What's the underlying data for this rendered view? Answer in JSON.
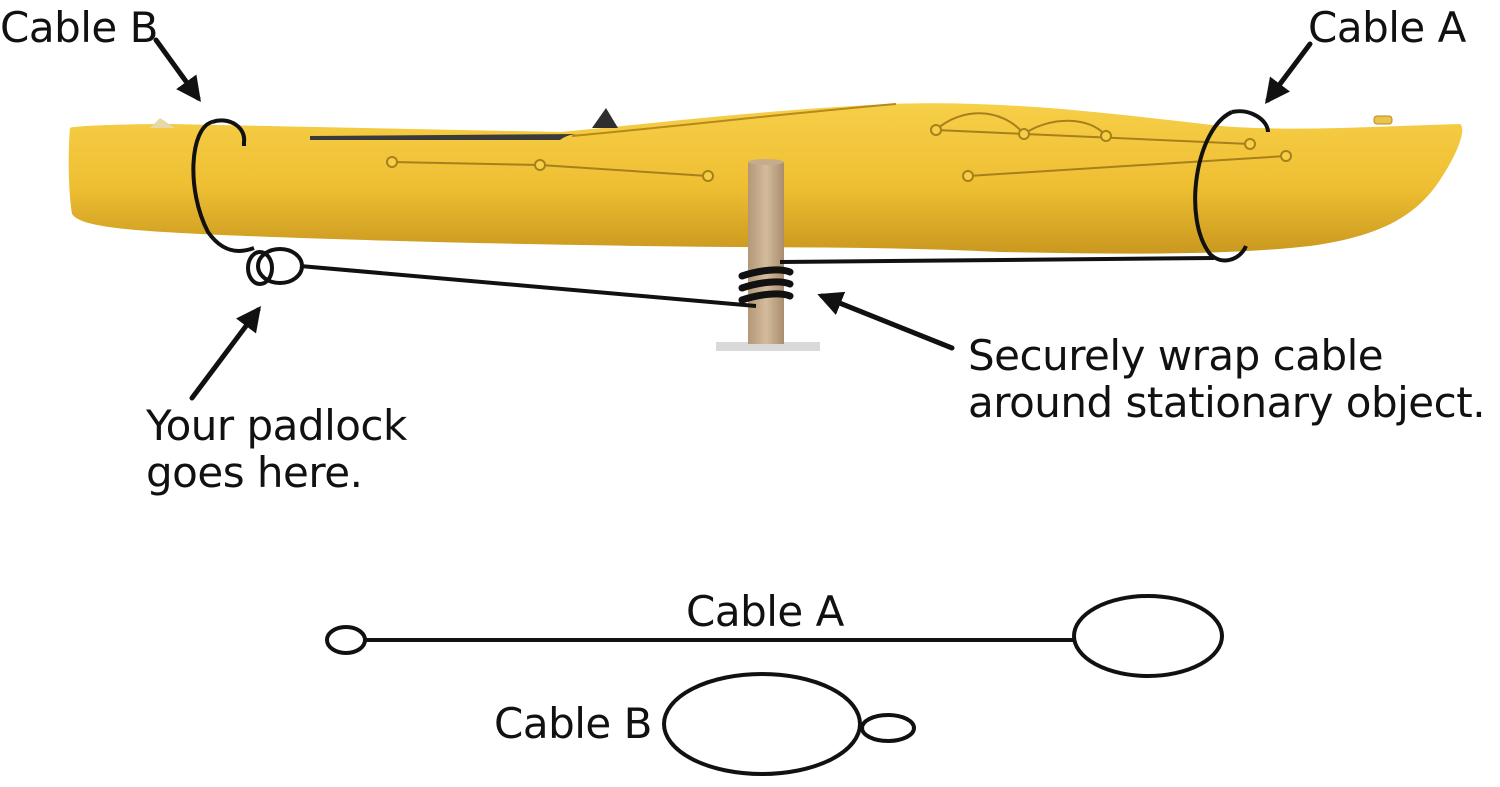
{
  "labels": {
    "cable_b_top": "Cable B",
    "cable_a_top": "Cable A",
    "wrap_note_line1": "Securely wrap cable",
    "wrap_note_line2": "around stationary object.",
    "padlock_note_line1": "Your padlock",
    "padlock_note_line2": "goes here.",
    "cable_a_bottom": "Cable A",
    "cable_b_bottom": "Cable B"
  },
  "colors": {
    "kayak_body": "#f2c53a",
    "kayak_shadow": "#d9a625",
    "kayak_deck_line": "#b58a1a",
    "post": "#c8ad8c",
    "post_base": "#d8d8d8",
    "cable": "#111111",
    "text": "#111111",
    "background": "#ffffff"
  }
}
